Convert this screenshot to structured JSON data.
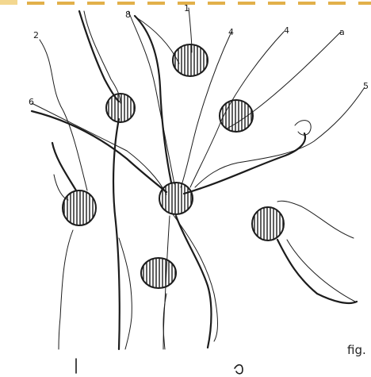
{
  "colors": {
    "ink": "#1c1c1c",
    "accent_bar": "#e2b04a",
    "accent_bar_light": "#f3d78f",
    "paper": "#ffffff"
  },
  "caption": {
    "text": "fig."
  },
  "cell_labels": [
    "2",
    "8",
    "1",
    "4",
    "4",
    "a",
    "6",
    "5"
  ]
}
